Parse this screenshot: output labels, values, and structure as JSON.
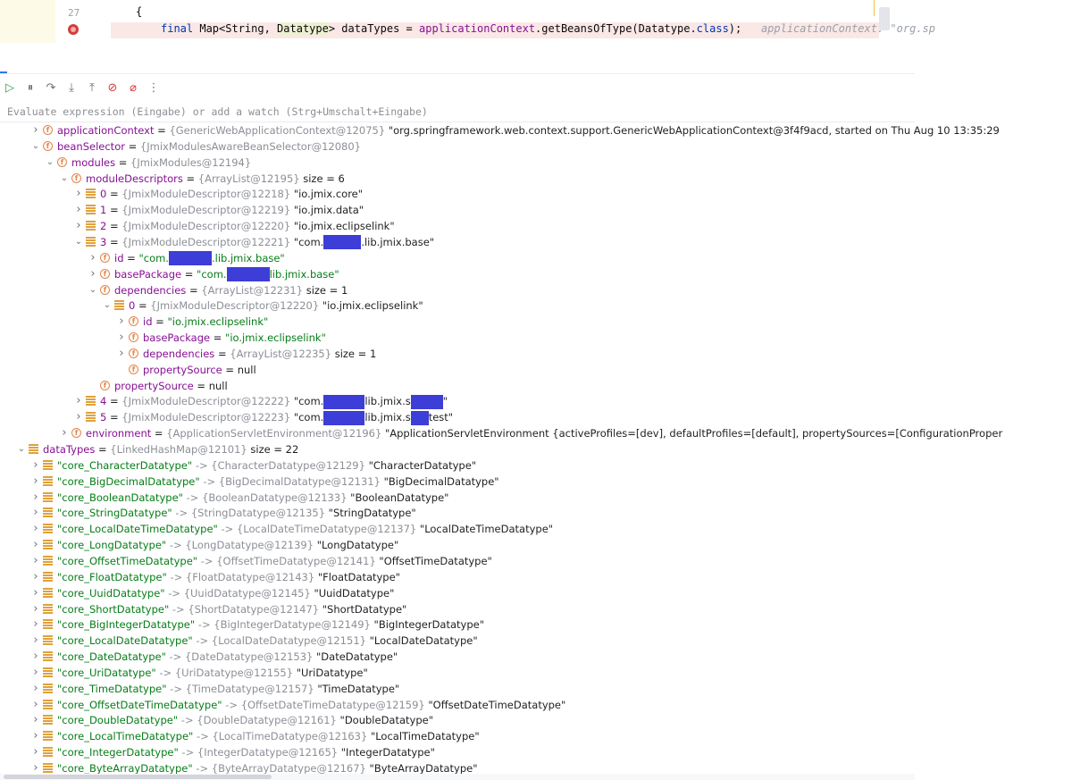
{
  "editor": {
    "line_number": "27",
    "line1": "{",
    "line2": {
      "kw": "final",
      "type_pre": " Map<String, ",
      "type_hl": "Datatype",
      "type_post": "> dataTypes = ",
      "call_obj": "applicationContext",
      "call_rest": ".getBeansOfType(Datatype.",
      "class_kw": "class",
      "end": ");",
      "hint": "applicationContext: \"org.sp"
    }
  },
  "toolbar": {
    "icons": [
      "resume-icon",
      "pause-icon",
      "step-over-icon",
      "step-into-icon",
      "step-out-icon",
      "view-breakpoints-icon",
      "mute-breakpoints-icon",
      "more-icon"
    ]
  },
  "eval_placeholder": "Evaluate expression (Eingabe) or add a watch (Strg+Umschalt+Eingabe)",
  "tree": [
    {
      "indent": 2,
      "exp": "right",
      "icon": "field",
      "name": "applicationContext",
      "type": "{GenericWebApplicationContext@12075}",
      "value": "\"org.springframework.web.context.support.GenericWebApplicationContext@3f4f9acd, started on Thu Aug 10 13:35:29"
    },
    {
      "indent": 2,
      "exp": "down",
      "icon": "field",
      "name": "beanSelector",
      "type": "{JmixModulesAwareBeanSelector@12080}",
      "value": ""
    },
    {
      "indent": 3,
      "exp": "down",
      "icon": "field",
      "name": "modules",
      "type": "{JmixModules@12194}",
      "value": ""
    },
    {
      "indent": 4,
      "exp": "down",
      "icon": "field",
      "name": "moduleDescriptors",
      "type": "{ArrayList@12195}",
      "value": "size = 6"
    },
    {
      "indent": 5,
      "exp": "right",
      "icon": "arr",
      "name": "0",
      "type": "{JmixModuleDescriptor@12218}",
      "value": "\"io.jmix.core\""
    },
    {
      "indent": 5,
      "exp": "right",
      "icon": "arr",
      "name": "1",
      "type": "{JmixModuleDescriptor@12219}",
      "value": "\"io.jmix.data\""
    },
    {
      "indent": 5,
      "exp": "right",
      "icon": "arr",
      "name": "2",
      "type": "{JmixModuleDescriptor@12220}",
      "value": "\"io.jmix.eclipselink\""
    },
    {
      "indent": 5,
      "exp": "down",
      "icon": "arr",
      "name": "3",
      "type": "{JmixModuleDescriptor@12221}",
      "value": "\"com.",
      "redact": 42,
      "value2": ".lib.jmix.base\""
    },
    {
      "indent": 6,
      "exp": "right",
      "icon": "field",
      "name": "id",
      "type": "",
      "value_str": "\"com.",
      "redact": 48,
      "value_str2": ".lib.jmix.base\""
    },
    {
      "indent": 6,
      "exp": "right",
      "icon": "field",
      "name": "basePackage",
      "type": "",
      "value_str": "\"com.",
      "redact": 48,
      "value_str2": "lib.jmix.base\""
    },
    {
      "indent": 6,
      "exp": "down",
      "icon": "field",
      "name": "dependencies",
      "type": "{ArrayList@12231}",
      "value": "size = 1"
    },
    {
      "indent": 7,
      "exp": "down",
      "icon": "arr",
      "name": "0",
      "type": "{JmixModuleDescriptor@12220}",
      "value": "\"io.jmix.eclipselink\""
    },
    {
      "indent": 8,
      "exp": "right",
      "icon": "field",
      "name": "id",
      "type": "",
      "value_str": "\"io.jmix.eclipselink\""
    },
    {
      "indent": 8,
      "exp": "right",
      "icon": "field",
      "name": "basePackage",
      "type": "",
      "value_str": "\"io.jmix.eclipselink\""
    },
    {
      "indent": 8,
      "exp": "right",
      "icon": "field",
      "name": "dependencies",
      "type": "{ArrayList@12235}",
      "value": "size = 1"
    },
    {
      "indent": 8,
      "exp": "none",
      "icon": "field",
      "name": "propertySource",
      "type": "",
      "value": "null"
    },
    {
      "indent": 6,
      "exp": "none",
      "icon": "field",
      "name": "propertySource",
      "type": "",
      "value": "null"
    },
    {
      "indent": 5,
      "exp": "right",
      "icon": "arr",
      "name": "4",
      "type": "{JmixModuleDescriptor@12222}",
      "value": "\"com.",
      "redact": 46,
      "value2": "lib.jmix.s",
      "redact2": 36,
      "value3": "\""
    },
    {
      "indent": 5,
      "exp": "right",
      "icon": "arr",
      "name": "5",
      "type": "{JmixModuleDescriptor@12223}",
      "value": "\"com.",
      "redact": 46,
      "value2": "lib.jmix.s",
      "redact2": 20,
      "value3": "test\""
    },
    {
      "indent": 4,
      "exp": "right",
      "icon": "field",
      "name": "environment",
      "type": "{ApplicationServletEnvironment@12196}",
      "value": "\"ApplicationServletEnvironment {activeProfiles=[dev], defaultProfiles=[default], propertySources=[ConfigurationProper"
    },
    {
      "indent": 1,
      "exp": "down",
      "icon": "arr",
      "name": "dataTypes",
      "type": "{LinkedHashMap@12101}",
      "value": "size = 22"
    },
    {
      "indent": 2,
      "exp": "right",
      "icon": "arr",
      "key": "\"core_CharacterDatatype\"",
      "type": "{CharacterDatatype@12129}",
      "value": "\"CharacterDatatype\""
    },
    {
      "indent": 2,
      "exp": "right",
      "icon": "arr",
      "key": "\"core_BigDecimalDatatype\"",
      "type": "{BigDecimalDatatype@12131}",
      "value": "\"BigDecimalDatatype\""
    },
    {
      "indent": 2,
      "exp": "right",
      "icon": "arr",
      "key": "\"core_BooleanDatatype\"",
      "type": "{BooleanDatatype@12133}",
      "value": "\"BooleanDatatype\""
    },
    {
      "indent": 2,
      "exp": "right",
      "icon": "arr",
      "key": "\"core_StringDatatype\"",
      "type": "{StringDatatype@12135}",
      "value": "\"StringDatatype\""
    },
    {
      "indent": 2,
      "exp": "right",
      "icon": "arr",
      "key": "\"core_LocalDateTimeDatatype\"",
      "type": "{LocalDateTimeDatatype@12137}",
      "value": "\"LocalDateTimeDatatype\""
    },
    {
      "indent": 2,
      "exp": "right",
      "icon": "arr",
      "key": "\"core_LongDatatype\"",
      "type": "{LongDatatype@12139}",
      "value": "\"LongDatatype\""
    },
    {
      "indent": 2,
      "exp": "right",
      "icon": "arr",
      "key": "\"core_OffsetTimeDatatype\"",
      "type": "{OffsetTimeDatatype@12141}",
      "value": "\"OffsetTimeDatatype\""
    },
    {
      "indent": 2,
      "exp": "right",
      "icon": "arr",
      "key": "\"core_FloatDatatype\"",
      "type": "{FloatDatatype@12143}",
      "value": "\"FloatDatatype\""
    },
    {
      "indent": 2,
      "exp": "right",
      "icon": "arr",
      "key": "\"core_UuidDatatype\"",
      "type": "{UuidDatatype@12145}",
      "value": "\"UuidDatatype\""
    },
    {
      "indent": 2,
      "exp": "right",
      "icon": "arr",
      "key": "\"core_ShortDatatype\"",
      "type": "{ShortDatatype@12147}",
      "value": "\"ShortDatatype\""
    },
    {
      "indent": 2,
      "exp": "right",
      "icon": "arr",
      "key": "\"core_BigIntegerDatatype\"",
      "type": "{BigIntegerDatatype@12149}",
      "value": "\"BigIntegerDatatype\""
    },
    {
      "indent": 2,
      "exp": "right",
      "icon": "arr",
      "key": "\"core_LocalDateDatatype\"",
      "type": "{LocalDateDatatype@12151}",
      "value": "\"LocalDateDatatype\""
    },
    {
      "indent": 2,
      "exp": "right",
      "icon": "arr",
      "key": "\"core_DateDatatype\"",
      "type": "{DateDatatype@12153}",
      "value": "\"DateDatatype\""
    },
    {
      "indent": 2,
      "exp": "right",
      "icon": "arr",
      "key": "\"core_UriDatatype\"",
      "type": "{UriDatatype@12155}",
      "value": "\"UriDatatype\""
    },
    {
      "indent": 2,
      "exp": "right",
      "icon": "arr",
      "key": "\"core_TimeDatatype\"",
      "type": "{TimeDatatype@12157}",
      "value": "\"TimeDatatype\""
    },
    {
      "indent": 2,
      "exp": "right",
      "icon": "arr",
      "key": "\"core_OffsetDateTimeDatatype\"",
      "type": "{OffsetDateTimeDatatype@12159}",
      "value": "\"OffsetDateTimeDatatype\""
    },
    {
      "indent": 2,
      "exp": "right",
      "icon": "arr",
      "key": "\"core_DoubleDatatype\"",
      "type": "{DoubleDatatype@12161}",
      "value": "\"DoubleDatatype\""
    },
    {
      "indent": 2,
      "exp": "right",
      "icon": "arr",
      "key": "\"core_LocalTimeDatatype\"",
      "type": "{LocalTimeDatatype@12163}",
      "value": "\"LocalTimeDatatype\""
    },
    {
      "indent": 2,
      "exp": "right",
      "icon": "arr",
      "key": "\"core_IntegerDatatype\"",
      "type": "{IntegerDatatype@12165}",
      "value": "\"IntegerDatatype\""
    },
    {
      "indent": 2,
      "exp": "right",
      "icon": "arr",
      "key": "\"core_ByteArrayDatatype\"",
      "type": "{ByteArrayDatatype@12167}",
      "value": "\"ByteArrayDatatype\""
    }
  ],
  "colors": {
    "accent": "#3574f0",
    "field": "#e08855",
    "string": "#067d17",
    "redaction": "#3d3dd8",
    "breakpoint": "#d63b3b"
  }
}
